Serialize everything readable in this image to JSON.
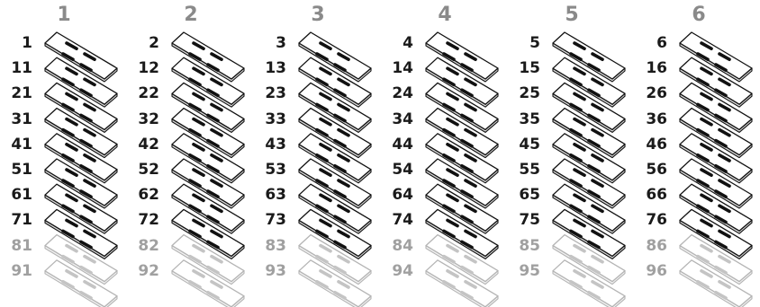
{
  "columns": [
    {
      "header": "1",
      "labels": [
        "1",
        "11",
        "21",
        "31",
        "41",
        "51",
        "61",
        "71",
        "81",
        "91"
      ]
    },
    {
      "header": "2",
      "labels": [
        "2",
        "12",
        "22",
        "32",
        "42",
        "52",
        "62",
        "72",
        "82",
        "92"
      ]
    },
    {
      "header": "3",
      "labels": [
        "3",
        "13",
        "23",
        "33",
        "43",
        "53",
        "63",
        "73",
        "83",
        "93"
      ]
    },
    {
      "header": "4",
      "labels": [
        "4",
        "14",
        "24",
        "34",
        "44",
        "54",
        "64",
        "74",
        "84",
        "94"
      ]
    },
    {
      "header": "5",
      "labels": [
        "5",
        "15",
        "25",
        "35",
        "45",
        "55",
        "65",
        "75",
        "85",
        "95"
      ]
    },
    {
      "header": "6",
      "labels": [
        "6",
        "16",
        "26",
        "36",
        "46",
        "56",
        "66",
        "76",
        "86",
        "96"
      ]
    }
  ],
  "solid_per_column": 8,
  "colors": {
    "header": "#8a8a8a",
    "label_active": "#1a1a1a",
    "label_inactive": "#a0a0a0",
    "plate_fill": "#ffffff",
    "plate_stroke_active": "#111111",
    "plate_stroke_inactive": "#b4b4b4",
    "slot_active": "#111111",
    "slot_inactive": "#c4c4c4"
  }
}
